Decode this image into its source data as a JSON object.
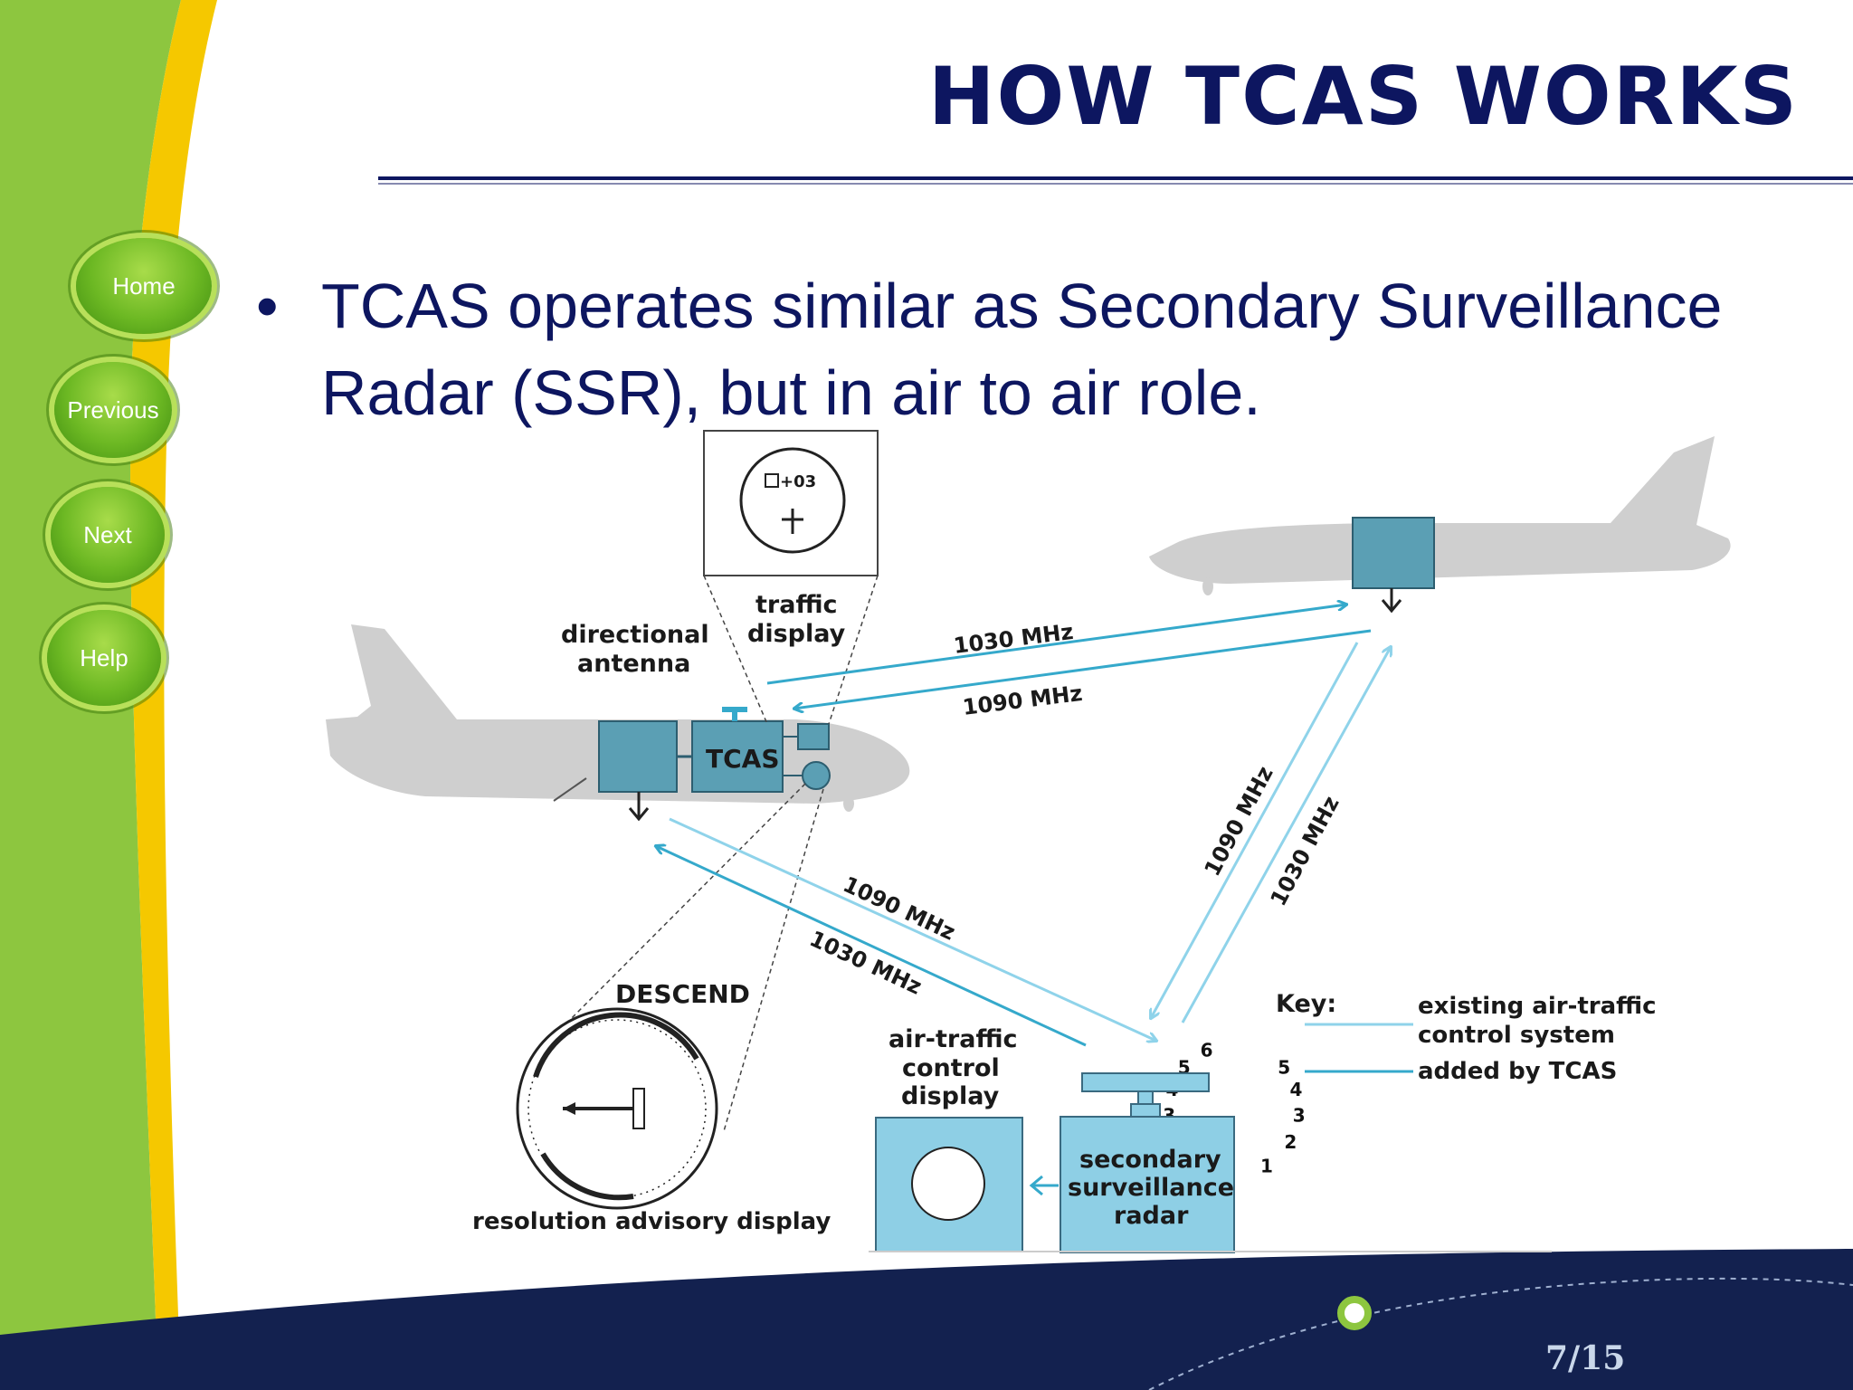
{
  "slide": {
    "title": "HOW TCAS WORKS",
    "bullet": "TCAS operates similar as Secondary Surveillance Radar (SSR), but in air to air role.",
    "page_number": "7/15"
  },
  "nav": {
    "home": "Home",
    "previous": "Previous",
    "next": "Next",
    "help": "Help"
  },
  "diagram": {
    "labels": {
      "directional_antenna_1": "directional",
      "directional_antenna_2": "antenna",
      "traffic_display_1": "traffic",
      "traffic_display_2": "display",
      "tcas_box": "TCAS",
      "traffic_readout": "+03",
      "descend": "DESCEND",
      "resolution_advisory": "resolution advisory display",
      "atc_display_1": "air-traffic",
      "atc_display_2": "control",
      "atc_display_3": "display",
      "ssr_1": "secondary",
      "ssr_2": "surveillance",
      "ssr_3": "radar"
    },
    "frequencies": {
      "a2a_upper": "1030 MHz",
      "a2a_lower": "1090 MHz",
      "radar_right_a": "1090 MHz",
      "radar_right_b": "1030 MHz",
      "radar_left_a": "1090 MHz",
      "radar_left_b": "1030 MHz"
    },
    "key": {
      "title": "Key:",
      "existing_1": "existing air-traffic",
      "existing_2": "control system",
      "added": "added by TCAS"
    },
    "dial": {
      "upper_ticks": [
        "1",
        "2",
        "3",
        "4",
        "5",
        "6"
      ],
      "lower_ticks": [
        "1",
        "2",
        "3",
        "4",
        "5"
      ]
    }
  },
  "colors": {
    "navy": "#0d1660",
    "green": "#8dc63f",
    "yellow": "#f5c800",
    "existing_line": "#8fd3ea",
    "tcas_line": "#35a9cb",
    "box_fill": "#5b9fb4",
    "radar_fill": "#8ecfe5"
  }
}
